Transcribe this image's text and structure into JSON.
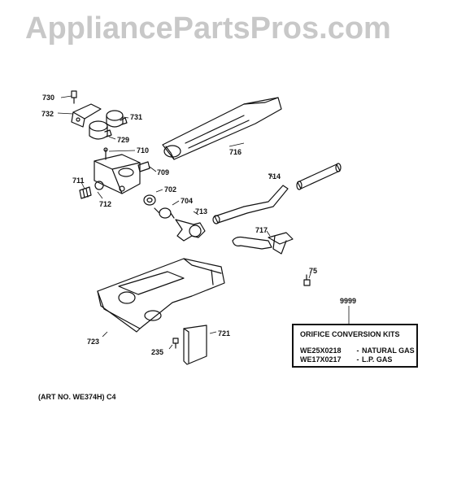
{
  "watermark": "AppliancePartsPros.com",
  "callouts": {
    "p730": "730",
    "p732": "732",
    "p731": "731",
    "p729": "729",
    "p710": "710",
    "p716": "716",
    "p709": "709",
    "p711": "711",
    "p712": "712",
    "p702": "702",
    "p704": "704",
    "p713": "713",
    "p714": "714",
    "p717": "717",
    "p75": "75",
    "p9999": "9999",
    "p723": "723",
    "p721": "721",
    "p235": "235"
  },
  "kit": {
    "title": "ORIFICE CONVERSION KITS",
    "rows": [
      {
        "code": "WE25X0218",
        "label": "NATURAL GAS"
      },
      {
        "code": "WE17X0217",
        "label": "L.P. GAS"
      }
    ],
    "separator": "-"
  },
  "art_no": "(ART NO. WE374H) C4"
}
